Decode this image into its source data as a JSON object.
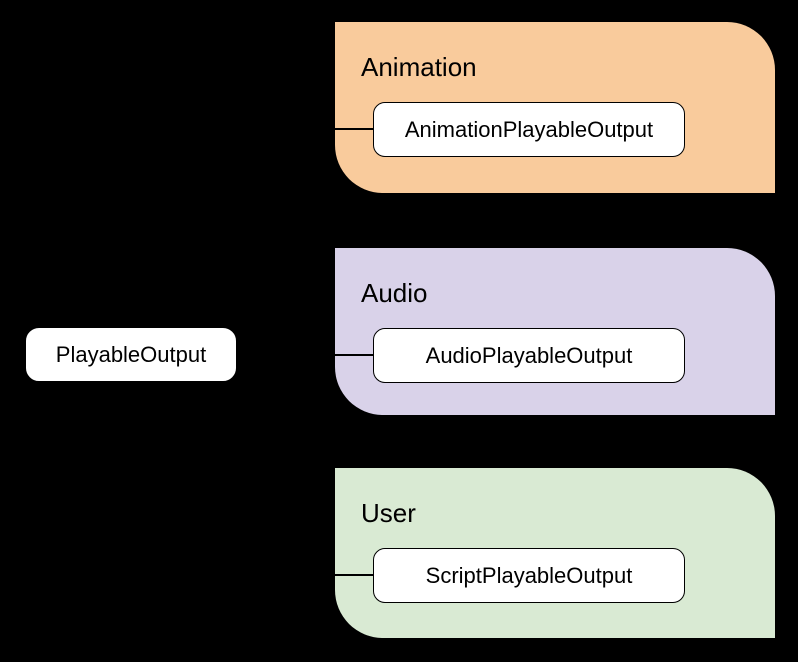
{
  "diagram": {
    "background": "#000000",
    "text_color": "#000000",
    "node_fill": "#ffffff",
    "node_border": "#000000",
    "root_label": "PlayableOutput",
    "groups": [
      {
        "label": "Animation",
        "child": "AnimationPlayableOutput",
        "color": "#f9cb9c"
      },
      {
        "label": "Audio",
        "child": "AudioPlayableOutput",
        "color": "#d9d2e9"
      },
      {
        "label": "User",
        "child": "ScriptPlayableOutput",
        "color": "#d9ead3"
      }
    ]
  }
}
